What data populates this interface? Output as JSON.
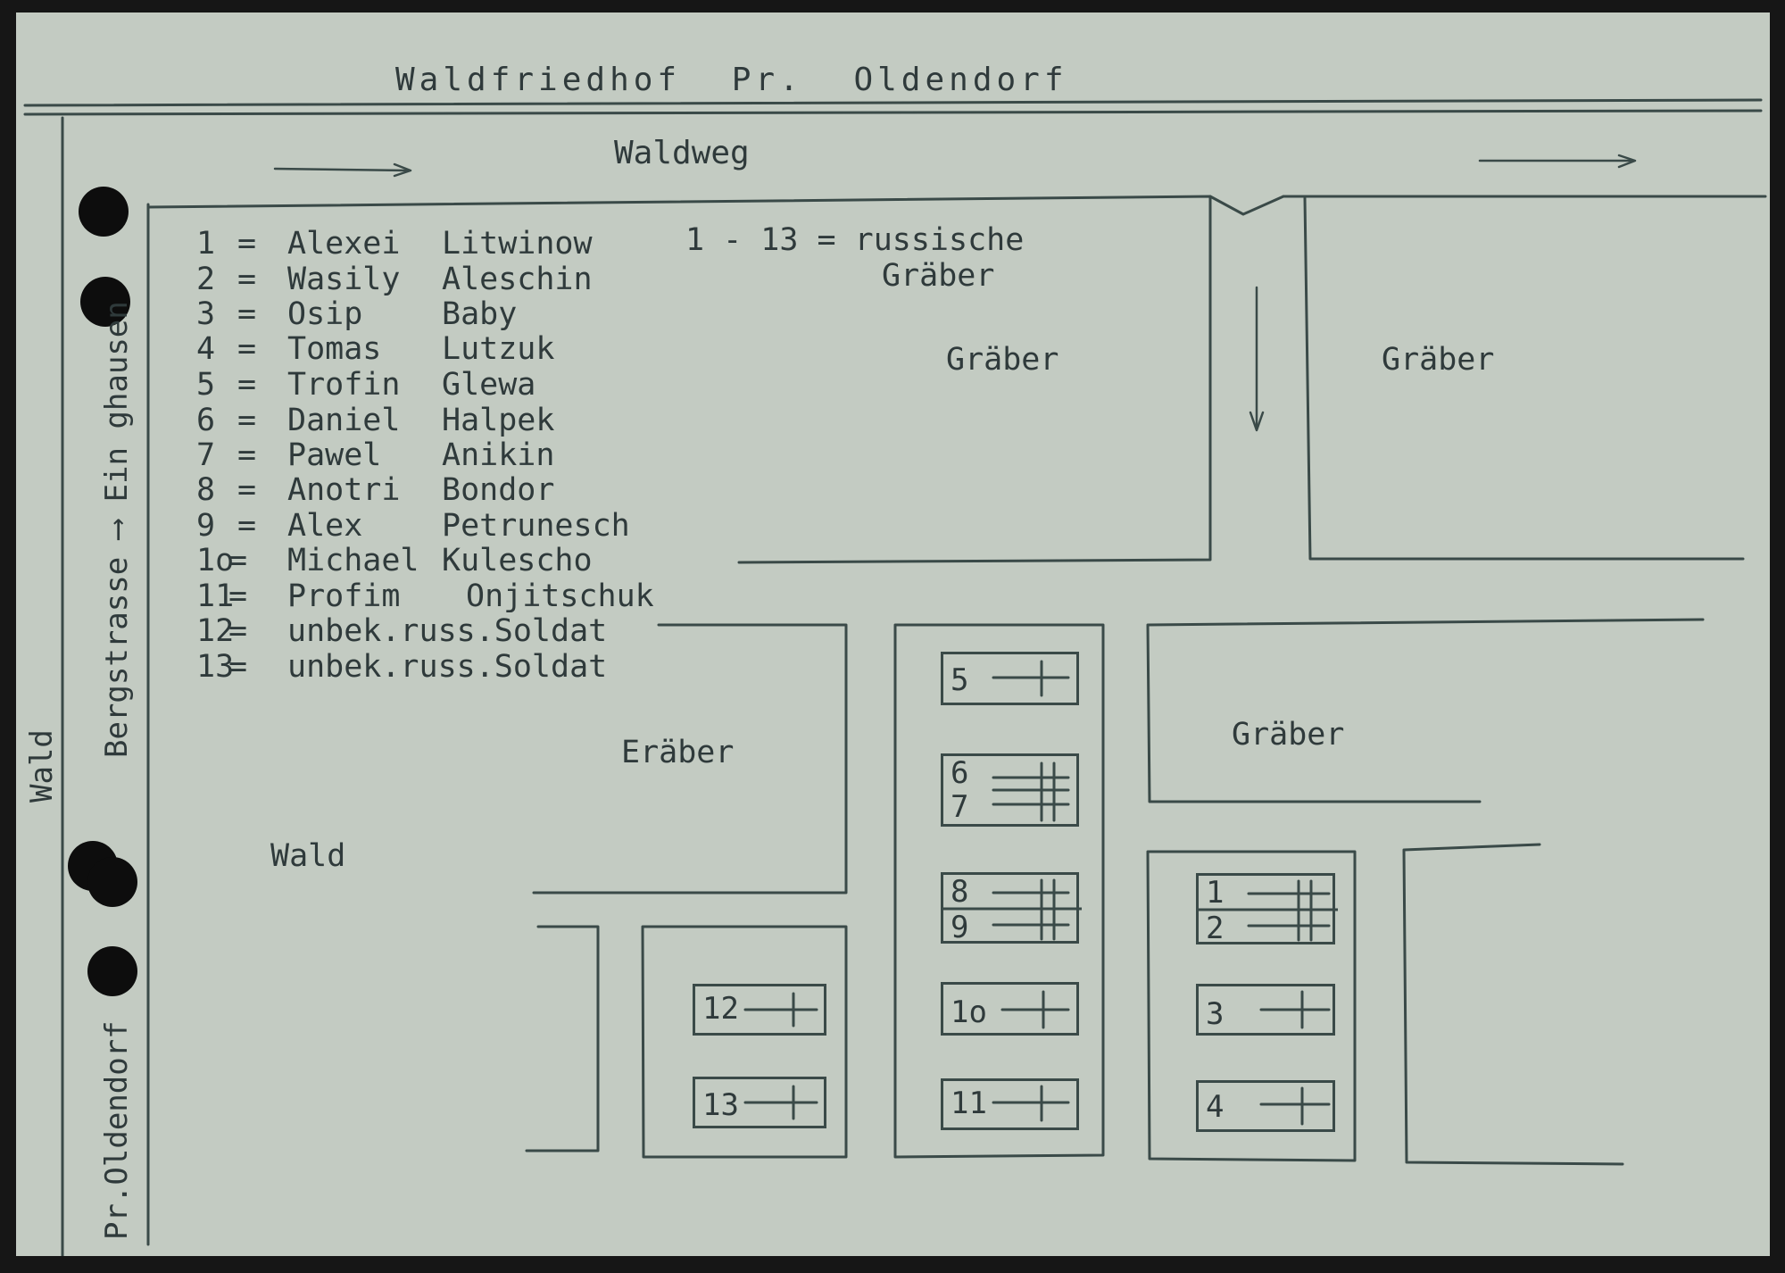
{
  "header": {
    "title": "Waldfriedhof Pr. Oldendorf"
  },
  "roads": {
    "top": "Waldweg",
    "left": "Bergstrasse ⟶ Ein ghausen",
    "bottom_left": "Pr.Oldendorf",
    "outer": "Wald"
  },
  "legend": {
    "note_line1": "1 - 13 = russische",
    "note_line2": "Gräber",
    "entries": [
      {
        "no": "1",
        "eq": "=",
        "first": "Alexei",
        "last": "Litwinow"
      },
      {
        "no": "2",
        "eq": "=",
        "first": "Wasily",
        "last": "Aleschin"
      },
      {
        "no": "3",
        "eq": "=",
        "first": "Osip",
        "last": "Baby"
      },
      {
        "no": "4",
        "eq": "=",
        "first": "Tomas",
        "last": "Lutzuk"
      },
      {
        "no": "5",
        "eq": "=",
        "first": "Trofin",
        "last": "Glewa"
      },
      {
        "no": "6",
        "eq": "=",
        "first": "Daniel",
        "last": "Halpek"
      },
      {
        "no": "7",
        "eq": "=",
        "first": "Pawel",
        "last": "Anikin"
      },
      {
        "no": "8",
        "eq": "=",
        "first": "Anotri",
        "last": "Bondor"
      },
      {
        "no": "9",
        "eq": "=",
        "first": "Alex",
        "last": "Petrunesch"
      },
      {
        "no": "1o",
        "eq": "=",
        "first": "Michael",
        "last": "Kuleschο"
      },
      {
        "no": "11",
        "eq": "=",
        "first": "Profim",
        "last": "Onjitschuk"
      },
      {
        "no": "12",
        "eq": "=",
        "first": "unbek.russ.Soldat",
        "last": ""
      },
      {
        "no": "13",
        "eq": "=",
        "first": "unbek.russ.Soldat",
        "last": ""
      }
    ]
  },
  "fields": {
    "label": "Gräber",
    "label_variant": "Eräber",
    "forest": "Wald"
  },
  "graves": {
    "g5": "5",
    "g6": "6",
    "g7": "7",
    "g8": "8",
    "g9": "9",
    "g10": "1o",
    "g11": "11",
    "g12": "12",
    "g13": "13",
    "g1": "1",
    "g2": "2",
    "g3": "3",
    "g4": "4"
  },
  "colors": {
    "paper": "#c3cbc2",
    "ink": "#3a4a48",
    "background": "#161616"
  }
}
